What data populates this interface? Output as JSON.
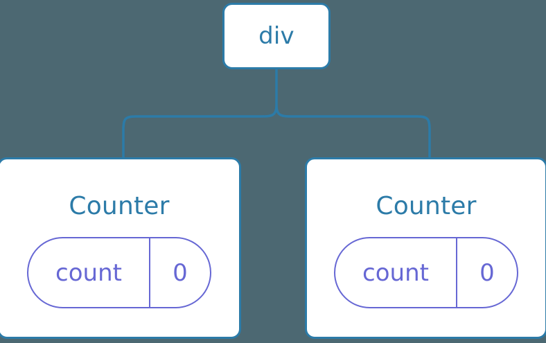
{
  "diagram": {
    "type": "component-tree",
    "background_color": "#4c6872",
    "node_border_color": "#2c7ba8",
    "node_fill_color": "#ffffff",
    "edge_color": "#2c7ba8",
    "state_stroke_color": "#6667d4",
    "state_text_color": "#6667d4",
    "title_text_color": "#2c7ba8",
    "root": {
      "label": "div"
    },
    "children": [
      {
        "title": "Counter",
        "state": {
          "key": "count",
          "value": "0"
        }
      },
      {
        "title": "Counter",
        "state": {
          "key": "count",
          "value": "0"
        }
      }
    ]
  }
}
